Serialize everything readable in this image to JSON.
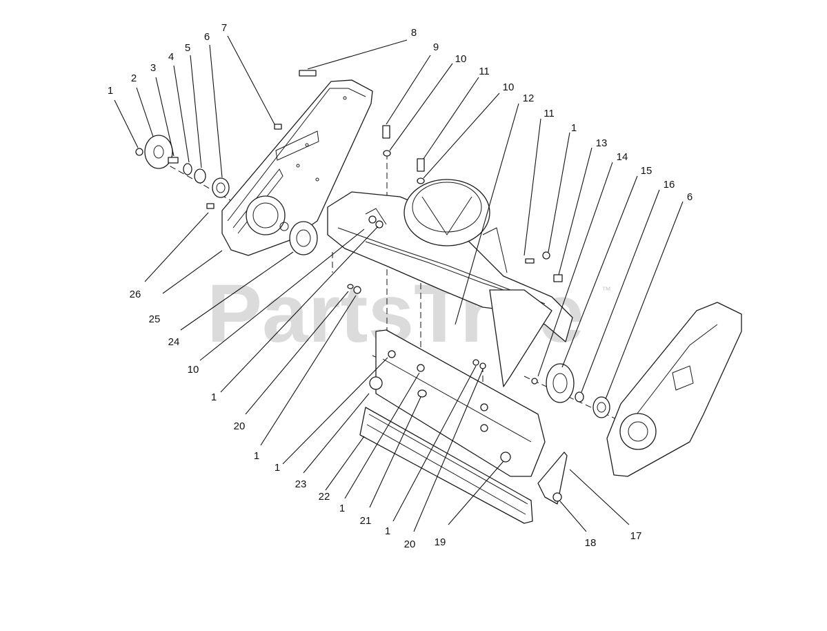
{
  "watermark": {
    "text": "PartsTree",
    "trademark": "™"
  },
  "callouts": [
    {
      "label": "1"
    },
    {
      "label": "2"
    },
    {
      "label": "3"
    },
    {
      "label": "4"
    },
    {
      "label": "5"
    },
    {
      "label": "6"
    },
    {
      "label": "7"
    },
    {
      "label": "8"
    },
    {
      "label": "9"
    },
    {
      "label": "10"
    },
    {
      "label": "11"
    },
    {
      "label": "10"
    },
    {
      "label": "12"
    },
    {
      "label": "11"
    },
    {
      "label": "1"
    },
    {
      "label": "13"
    },
    {
      "label": "14"
    },
    {
      "label": "15"
    },
    {
      "label": "16"
    },
    {
      "label": "6"
    },
    {
      "label": "26"
    },
    {
      "label": "25"
    },
    {
      "label": "24"
    },
    {
      "label": "10"
    },
    {
      "label": "1"
    },
    {
      "label": "20"
    },
    {
      "label": "1"
    },
    {
      "label": "1"
    },
    {
      "label": "23"
    },
    {
      "label": "22"
    },
    {
      "label": "1"
    },
    {
      "label": "21"
    },
    {
      "label": "1"
    },
    {
      "label": "20"
    },
    {
      "label": "19"
    },
    {
      "label": "18"
    },
    {
      "label": "17"
    }
  ]
}
